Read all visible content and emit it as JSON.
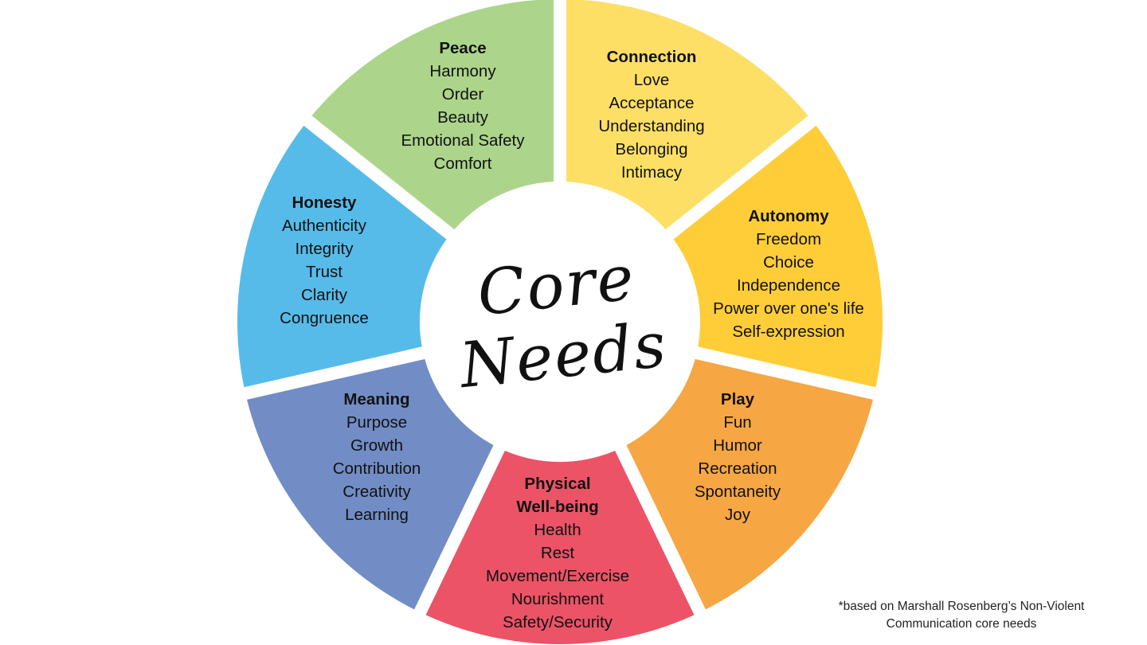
{
  "center": {
    "line1": "Core",
    "line2": "Needs"
  },
  "segments": [
    {
      "id": "connection",
      "title_lines": [
        "Connection"
      ],
      "items": [
        "Love",
        "Acceptance",
        "Understanding",
        "Belonging",
        "Intimacy"
      ],
      "color": "#fddf66"
    },
    {
      "id": "autonomy",
      "title_lines": [
        "Autonomy"
      ],
      "items": [
        "Freedom",
        "Choice",
        "Independence",
        "Power over one's life",
        "Self-expression"
      ],
      "color": "#ffcd38"
    },
    {
      "id": "play",
      "title_lines": [
        "Play"
      ],
      "items": [
        "Fun",
        "Humor",
        "Recreation",
        "Spontaneity",
        "Joy"
      ],
      "color": "#f6a643"
    },
    {
      "id": "physical-well-being",
      "title_lines": [
        "Physical",
        "Well-being"
      ],
      "items": [
        "Health",
        "Rest",
        "Movement/Exercise",
        "Nourishment",
        "Safety/Security"
      ],
      "color": "#ec5366"
    },
    {
      "id": "meaning",
      "title_lines": [
        "Meaning"
      ],
      "items": [
        "Purpose",
        "Growth",
        "Contribution",
        "Creativity",
        "Learning"
      ],
      "color": "#728dc5"
    },
    {
      "id": "honesty",
      "title_lines": [
        "Honesty"
      ],
      "items": [
        "Authenticity",
        "Integrity",
        "Trust",
        "Clarity",
        "Congruence"
      ],
      "color": "#57bbe9"
    },
    {
      "id": "peace",
      "title_lines": [
        "Peace"
      ],
      "items": [
        "Harmony",
        "Order",
        "Beauty",
        "Emotional Safety",
        "Comfort"
      ],
      "color": "#acd58b"
    }
  ],
  "footnote": {
    "line1": "*based on Marshall Rosenberg’s Non-Violent",
    "line2": "Communication core needs"
  }
}
